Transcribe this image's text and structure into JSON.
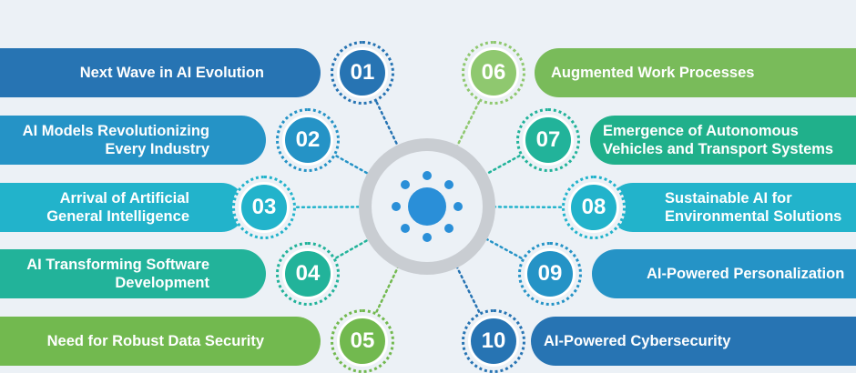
{
  "items": [
    {
      "number": "01",
      "lines": [
        "Next Wave in AI Evolution"
      ],
      "color": "#2774b3",
      "ring": "#2774b3"
    },
    {
      "number": "02",
      "lines": [
        "AI Models Revolutionizing",
        "Every Industry"
      ],
      "color": "#2593c6",
      "ring": "#2593c6"
    },
    {
      "number": "03",
      "lines": [
        "Arrival of Artificial",
        "General Intelligence"
      ],
      "color": "#22b3cb",
      "ring": "#22b3cb"
    },
    {
      "number": "04",
      "lines": [
        "AI Transforming Software",
        "Development"
      ],
      "color": "#22b39a",
      "ring": "#22b39a"
    },
    {
      "number": "05",
      "lines": [
        "Need for Robust Data Security"
      ],
      "color": "#72b94f",
      "ring": "#72b94f"
    },
    {
      "number": "06",
      "lines": [
        "Augmented Work Processes"
      ],
      "color": "#79bb5a",
      "ring": "#8fc86f"
    },
    {
      "number": "07",
      "lines": [
        "Emergence of Autonomous",
        "Vehicles and Transport Systems"
      ],
      "color": "#20b08b",
      "ring": "#22b39a"
    },
    {
      "number": "08",
      "lines": [
        "Sustainable AI for",
        "Environmental Solutions"
      ],
      "color": "#22b3cb",
      "ring": "#22b3cb"
    },
    {
      "number": "09",
      "lines": [
        "AI-Powered Personalization"
      ],
      "color": "#2593c6",
      "ring": "#2593c6"
    },
    {
      "number": "10",
      "lines": [
        "AI-Powered Cybersecurity"
      ],
      "color": "#2774b3",
      "ring": "#2774b3"
    }
  ],
  "hub": {
    "core_color": "#2a8fd8",
    "ring_color": "#c9cdd2"
  }
}
